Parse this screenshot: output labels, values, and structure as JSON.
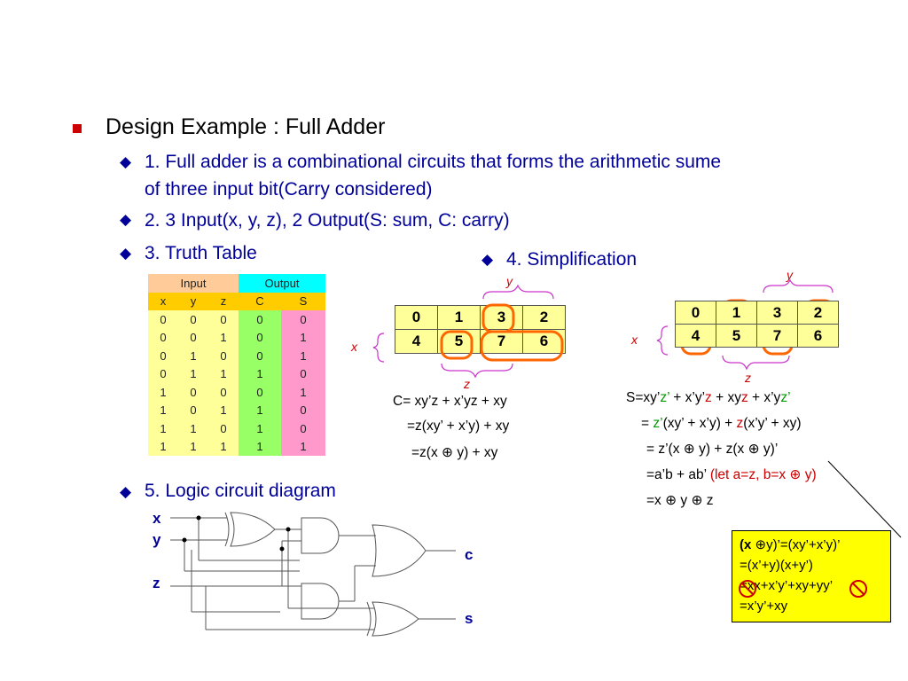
{
  "heading": "Design Example : Full Adder",
  "items": {
    "item1_line1": "1. Full adder is a combinational circuits that forms the arithmetic sume",
    "item1_line2": "of three input bit(Carry considered)",
    "item2": "2. 3 Input(x, y, z), 2 Output(S: sum, C: carry)",
    "item3": "3. Truth Table",
    "item4": "4. Simplification",
    "item5": "5. Logic circuit diagram"
  },
  "truth_table": {
    "group_input": "Input",
    "group_output": "Output",
    "columns": [
      "x",
      "y",
      "z",
      "C",
      "S"
    ],
    "rows": [
      [
        "0",
        "0",
        "0",
        "0",
        "0"
      ],
      [
        "0",
        "0",
        "1",
        "0",
        "1"
      ],
      [
        "0",
        "1",
        "0",
        "0",
        "1"
      ],
      [
        "0",
        "1",
        "1",
        "1",
        "0"
      ],
      [
        "1",
        "0",
        "0",
        "0",
        "1"
      ],
      [
        "1",
        "0",
        "1",
        "1",
        "0"
      ],
      [
        "1",
        "1",
        "0",
        "1",
        "0"
      ],
      [
        "1",
        "1",
        "1",
        "1",
        "1"
      ]
    ]
  },
  "kmap_c": {
    "row0": [
      "0",
      "1",
      "3",
      "2"
    ],
    "row1": [
      "4",
      "5",
      "7",
      "6"
    ],
    "label_x": "x",
    "label_y": "y",
    "label_z": "z",
    "eq1": "C= xy’z + x’yz + xy",
    "eq2": "=z(xy’ + x’y) + xy",
    "eq3": "=z(x ⊕ y) + xy"
  },
  "kmap_s": {
    "row0": [
      "0",
      "1",
      "3",
      "2"
    ],
    "row1": [
      "4",
      "5",
      "7",
      "6"
    ],
    "label_x": "x",
    "label_y": "y",
    "label_z": "z",
    "eq1_a": "S=xy’",
    "eq1_b": "z’",
    "eq1_c": " + x’y’",
    "eq1_d": "z",
    "eq1_e": " + xy",
    "eq1_f": "z",
    "eq1_g": " + x’y",
    "eq1_h": "z’",
    "eq2_a": "= ",
    "eq2_b": "z’",
    "eq2_c": "(xy’ + x’y) + ",
    "eq2_d": "z",
    "eq2_e": "(x’y’ + xy)",
    "eq3": "= z’(x ⊕ y) + z(x ⊕ y)’",
    "eq4_a": "=a’b + ab’ ",
    "eq4_b": "(let a=z, b=x ⊕ y)",
    "eq5": "=x ⊕ y ⊕ z"
  },
  "note": {
    "line1_bold": "(x ",
    "line1_rest": "⊕y)’=(xy’+x’y)’",
    "line2": "=(x’+y)(x+y’)",
    "line3": "=xx+x’y’+xy+yy’",
    "line4": "=x’y’+xy"
  },
  "circuit": {
    "in_x": "x",
    "in_y": "y",
    "in_z": "z",
    "out_c": "c",
    "out_s": "s"
  },
  "colors": {
    "navy": "#000099",
    "bullet_red": "#cc0000",
    "circle_orange": "#ff6600",
    "brace_magenta": "#cc33cc"
  }
}
